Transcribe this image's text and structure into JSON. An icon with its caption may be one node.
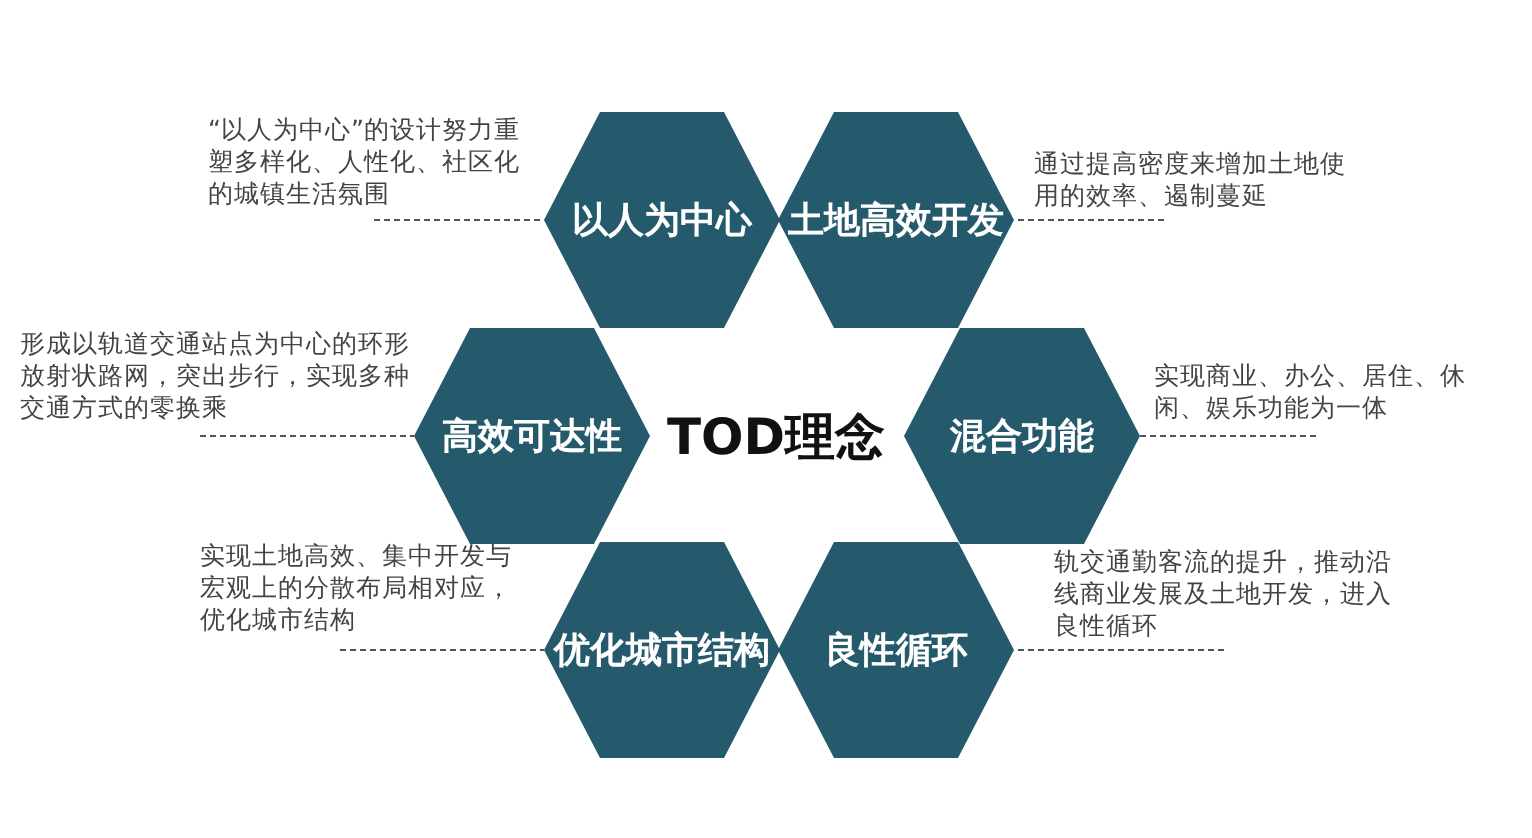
{
  "diagram": {
    "nodes": [
      {
        "text": [
          "以人为中心"
        ]
      },
      {
        "text": [
          "土地高效开发"
        ]
      },
      {
        "text": [
          "高效可达性"
        ]
      },
      {
        "text": [
          "混合功能"
        ]
      },
      {
        "text": [
          "优化城市结构"
        ]
      },
      {
        "text": [
          "良性循环"
        ]
      },
      {
        "text": [
          "“以人为中心”的设计努力重塑多样化、人性化、社区化的城镇生活氛围"
        ]
      },
      {
        "text": [
          "通过提高密度来增加土地使用的效率、遏制蔓延"
        ]
      },
      {
        "text": [
          "形成以轨道交通站点为中心的环形放射状路网，突出步行，实现多种交通方式的零换乘"
        ]
      },
      {
        "text": [
          "实现商业、办公、居住、休闲、娱乐功能为一体"
        ]
      },
      {
        "text": [
          "实现土地高效、集中开发与宏观上的分散布局相对应，优化城市结构"
        ]
      },
      {
        "text": [
          "轨交通勤客流的提升，推动沿线商业发展及土地开发，进入良性循环"
        ]
      }
    ],
    "edges": [
      {
        "from": 6,
        "to": 0,
        "arrow": "none",
        "style": "dashed"
      },
      {
        "from": 7,
        "to": 1,
        "arrow": "none",
        "style": "dashed"
      },
      {
        "from": 8,
        "to": 2,
        "arrow": "none",
        "style": "dashed"
      },
      {
        "from": 9,
        "to": 3,
        "arrow": "none",
        "style": "dashed"
      },
      {
        "from": 10,
        "to": 4,
        "arrow": "none",
        "style": "dashed"
      },
      {
        "from": 11,
        "to": 5,
        "arrow": "none",
        "style": "dashed"
      }
    ],
    "labels": [
      "TOD理念"
    ]
  }
}
